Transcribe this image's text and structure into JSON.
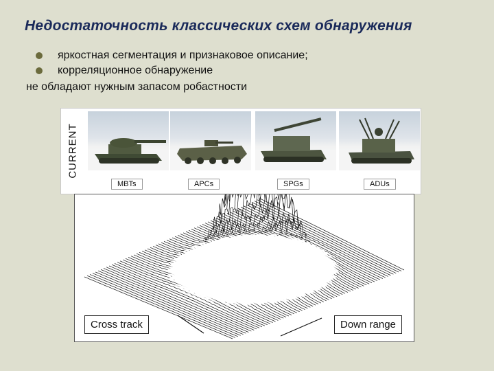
{
  "slide": {
    "title": "Недостаточность классических схем обнаружения",
    "bullets": [
      "яркостная сегментация и признаковое описание;",
      "корреляционное обнаружение"
    ],
    "summary": "не обладают нужным запасом робастности"
  },
  "figure": {
    "row_label": "CURRENT",
    "vehicle_classes": [
      "MBTs",
      "APCs",
      "SPGs",
      "ADUs"
    ],
    "plot_labels": {
      "cross_track": "Cross track",
      "down_range": "Down range"
    }
  }
}
